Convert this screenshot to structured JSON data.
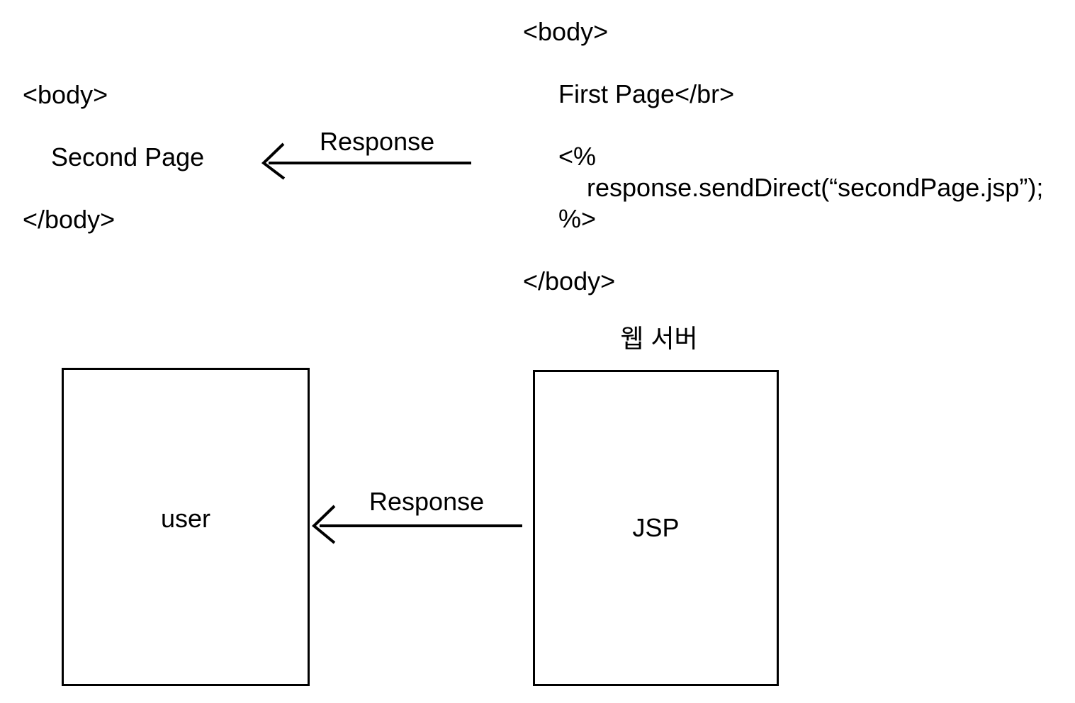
{
  "page": {
    "background": "#ffffff",
    "ink": "#000000"
  },
  "left_code": {
    "text": "<body>\n\n    Second Page\n\n</body>"
  },
  "right_code": {
    "text": "<body>\n\n     First Page</br>\n\n     <%\n         response.sendDirect(“secondPage.jsp”);\n     %>\n\n</body>"
  },
  "arrows": {
    "top_label": "Response",
    "bottom_label": "Response"
  },
  "server_label": "웹 서버",
  "boxes": {
    "user_label": "user",
    "jsp_label": "JSP"
  }
}
